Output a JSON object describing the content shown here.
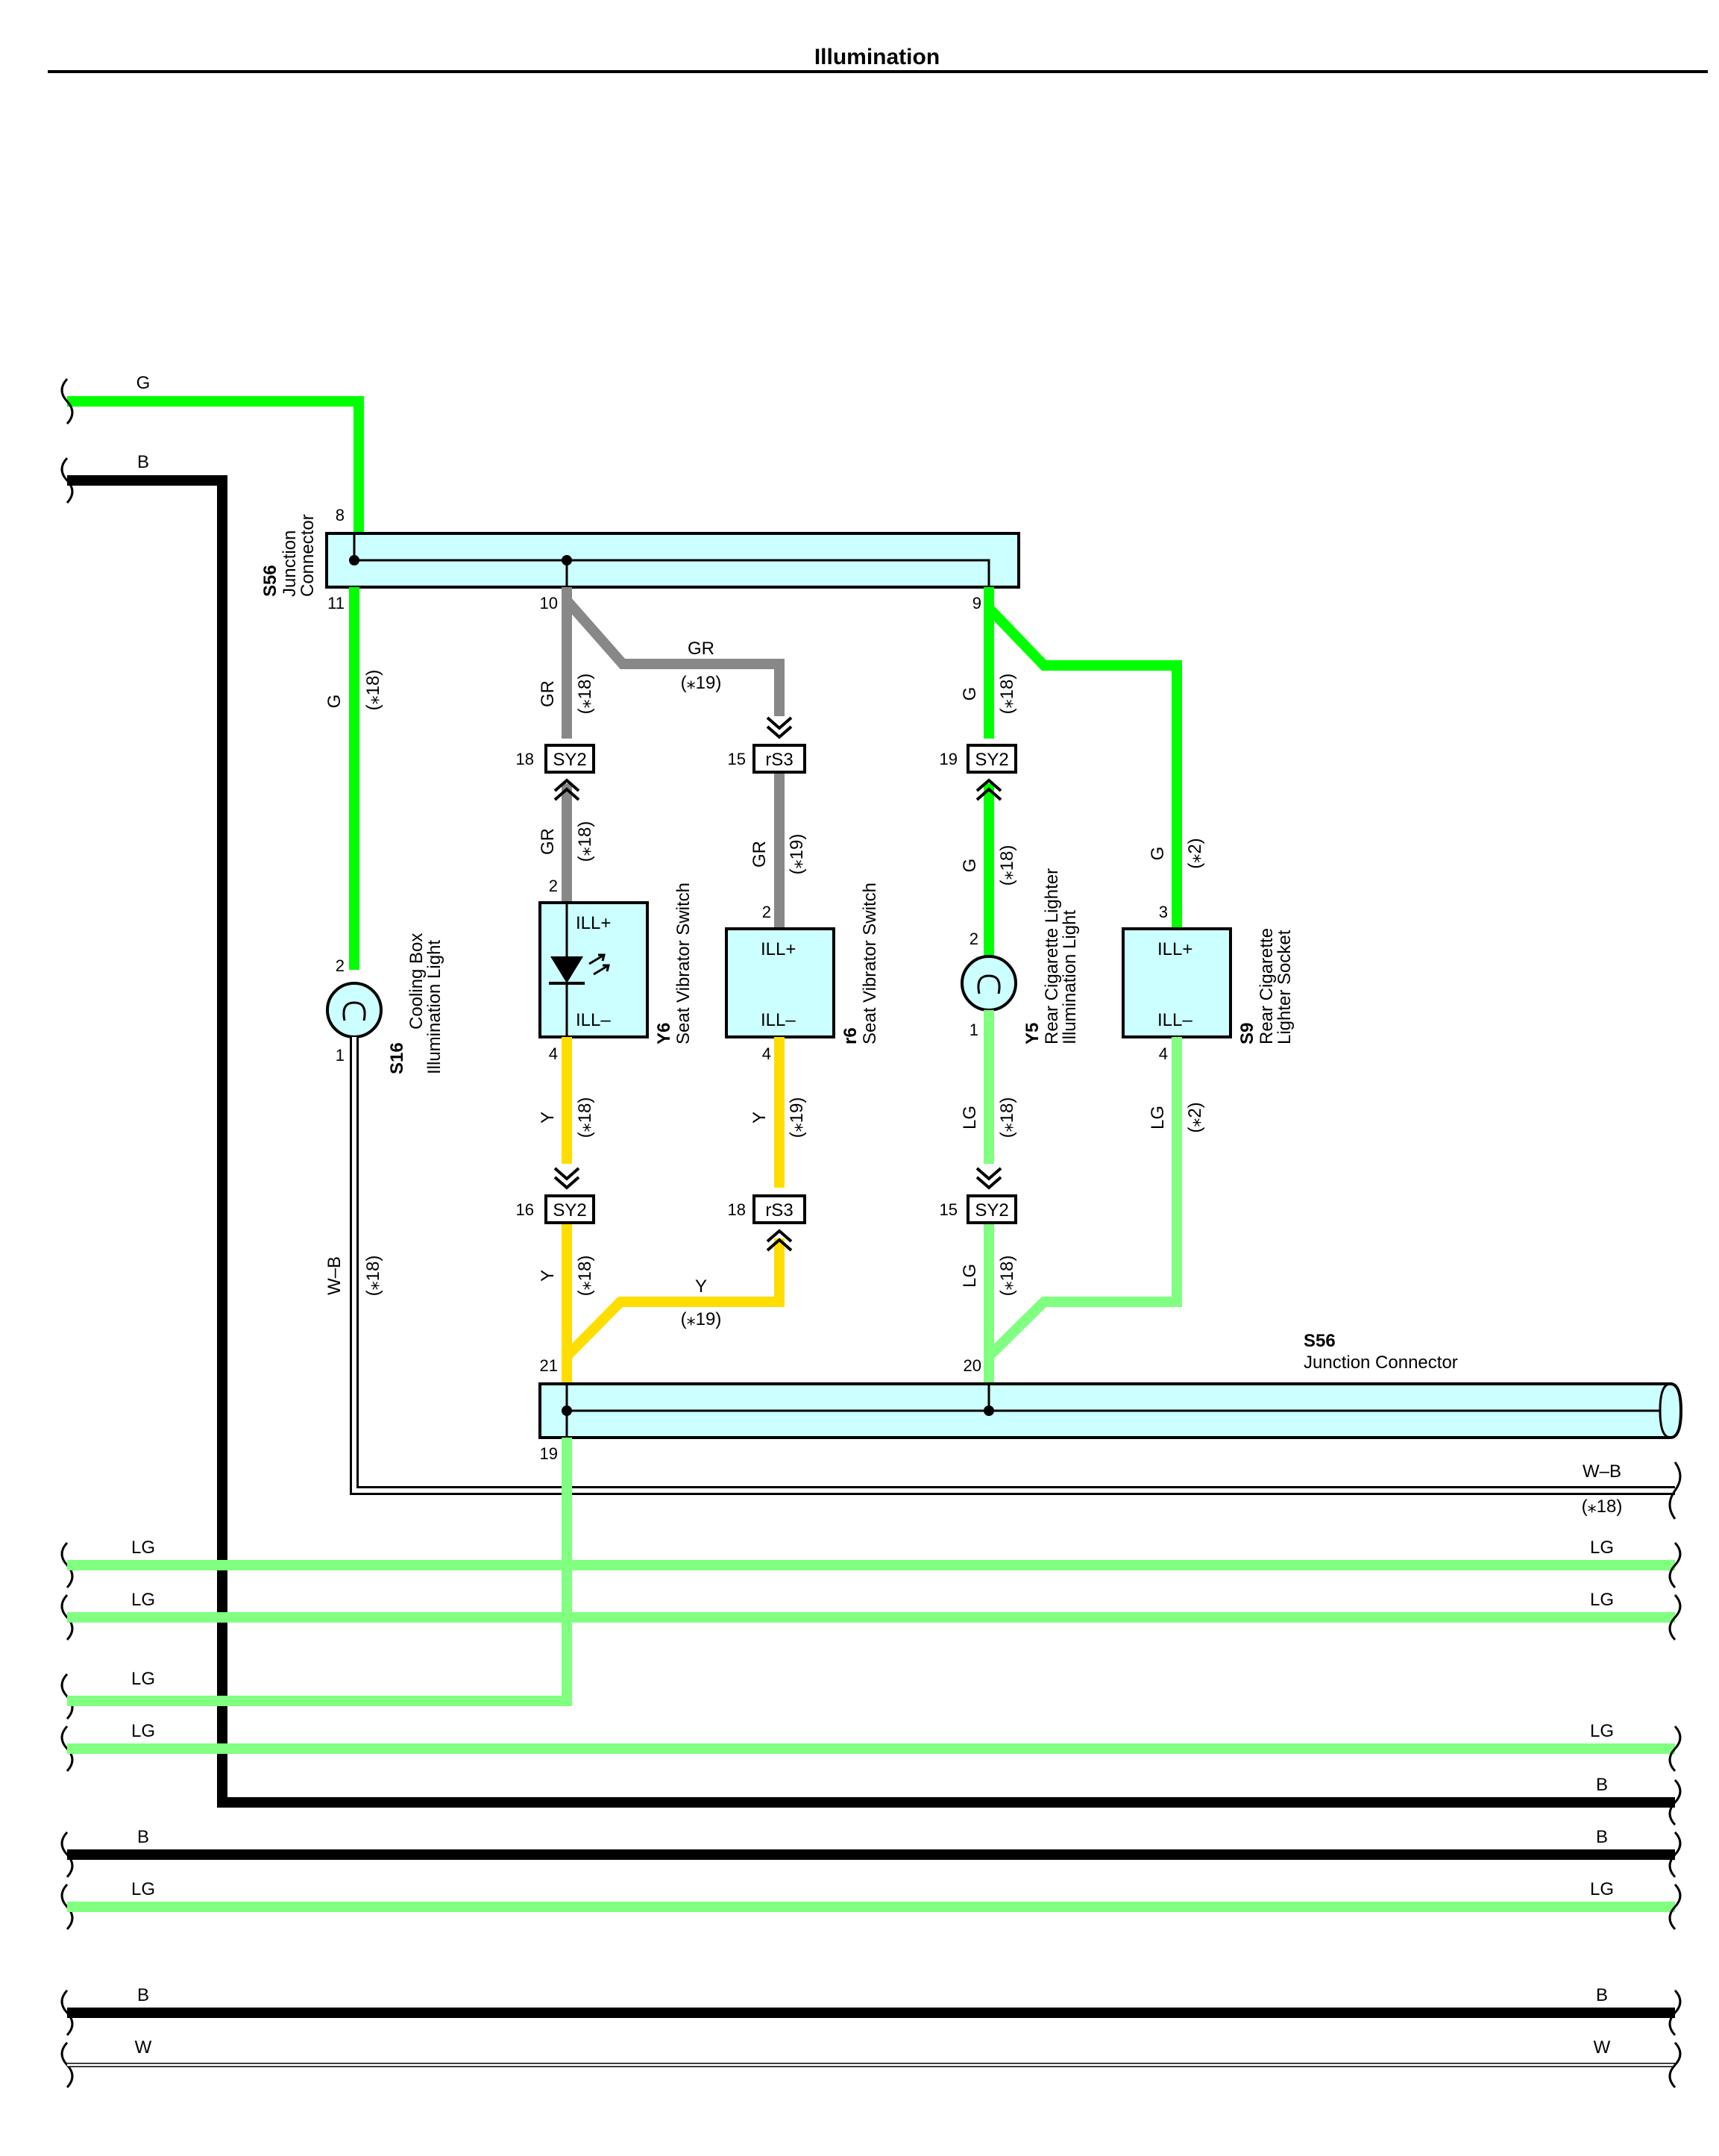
{
  "title": "Illumination",
  "colors": {
    "G": "#00ff00",
    "LG": "#80ff80",
    "B": "#000000",
    "GR": "#888888",
    "Y": "#ffdd00",
    "W": "#ffffff",
    "WB": "#ffffff",
    "component_fill": "#ccffff"
  },
  "wire_labels": {
    "G": "G",
    "B": "B",
    "GR": "GR",
    "Y": "Y",
    "LG": "LG",
    "W": "W",
    "WB": "W–B"
  },
  "notes": {
    "n18": "(⁎18)",
    "n19": "(⁎19)",
    "n2": "(⁎2)"
  },
  "junction_top": {
    "code": "S56",
    "name_line1": "Junction",
    "name_line2": "Connector",
    "pins": [
      "8",
      "11",
      "10",
      "9"
    ]
  },
  "junction_bottom": {
    "code": "S56",
    "name": "Junction Connector",
    "pins": [
      "21",
      "20",
      "19"
    ]
  },
  "connectors": {
    "sy2_a": {
      "label": "SY2",
      "pin": "18"
    },
    "rs3_a": {
      "label": "rS3",
      "pin": "15"
    },
    "sy2_b": {
      "label": "SY2",
      "pin": "19"
    },
    "sy2_c": {
      "label": "SY2",
      "pin": "16"
    },
    "rs3_b": {
      "label": "rS3",
      "pin": "18"
    },
    "sy2_d": {
      "label": "SY2",
      "pin": "15"
    }
  },
  "components": {
    "s16": {
      "code": "S16",
      "line1": "Cooling Box",
      "line2": "Illumination Light",
      "pin_top": "2",
      "pin_bottom": "1"
    },
    "y6": {
      "code": "Y6",
      "line1": "Seat Vibrator Switch",
      "ill_plus": "ILL+",
      "ill_minus": "ILL–",
      "pin_top": "2",
      "pin_bottom": "4"
    },
    "r6": {
      "code": "r6",
      "line1": "Seat Vibrator Switch",
      "ill_plus": "ILL+",
      "ill_minus": "ILL–",
      "pin_top": "2",
      "pin_bottom": "4"
    },
    "y5": {
      "code": "Y5",
      "line1": "Rear Cigarette Lighter",
      "line2": "Illumination Light",
      "pin_top": "2",
      "pin_bottom": "1"
    },
    "s9": {
      "code": "S9",
      "line1": "Rear Cigarette",
      "line2": "Lighter Socket",
      "ill_plus": "ILL+",
      "ill_minus": "ILL–",
      "pin_top": "3",
      "pin_bottom": "4"
    }
  }
}
